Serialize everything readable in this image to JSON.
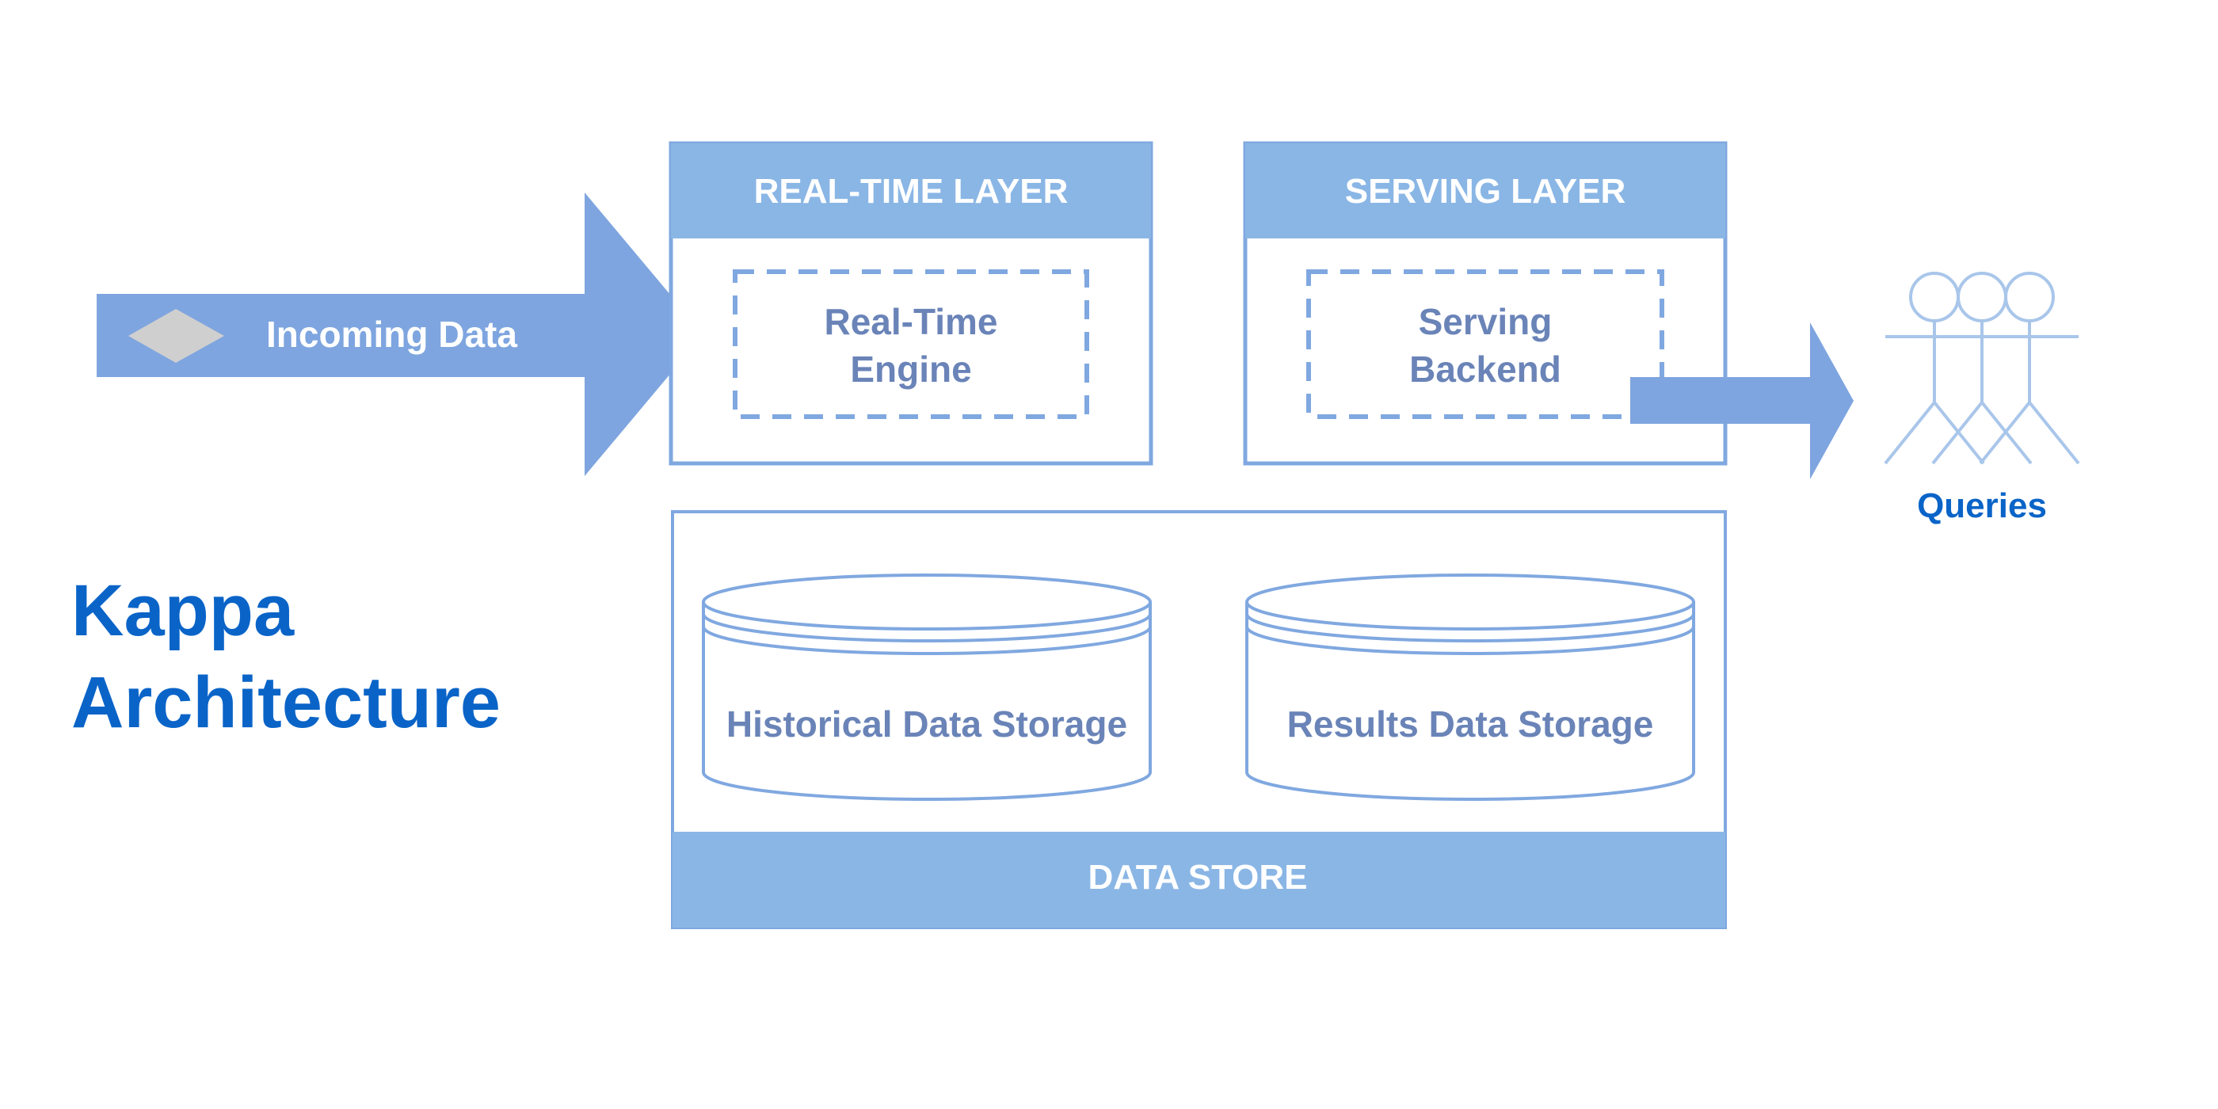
{
  "title": {
    "line1": "Kappa",
    "line2": "Architecture"
  },
  "incoming": {
    "label": "Incoming Data"
  },
  "realtime_layer": {
    "header": "REAL-TIME LAYER",
    "engine_line1": "Real-Time",
    "engine_line2": "Engine"
  },
  "serving_layer": {
    "header": "SERVING LAYER",
    "backend_line1": "Serving",
    "backend_line2": "Backend"
  },
  "data_store": {
    "footer": "DATA STORE",
    "historical": "Historical Data Storage",
    "results": "Results Data Storage"
  },
  "queries": {
    "label": "Queries",
    "icon": "users-icon"
  },
  "colors": {
    "title": "#0a64c8",
    "header_fill": "#8ab6e5",
    "border": "#80a8e0",
    "arrow": "#7ea5df",
    "inner_text": "#6a84b8",
    "user_stroke": "#a9c6ea",
    "diamond": "#cfcfcf"
  }
}
